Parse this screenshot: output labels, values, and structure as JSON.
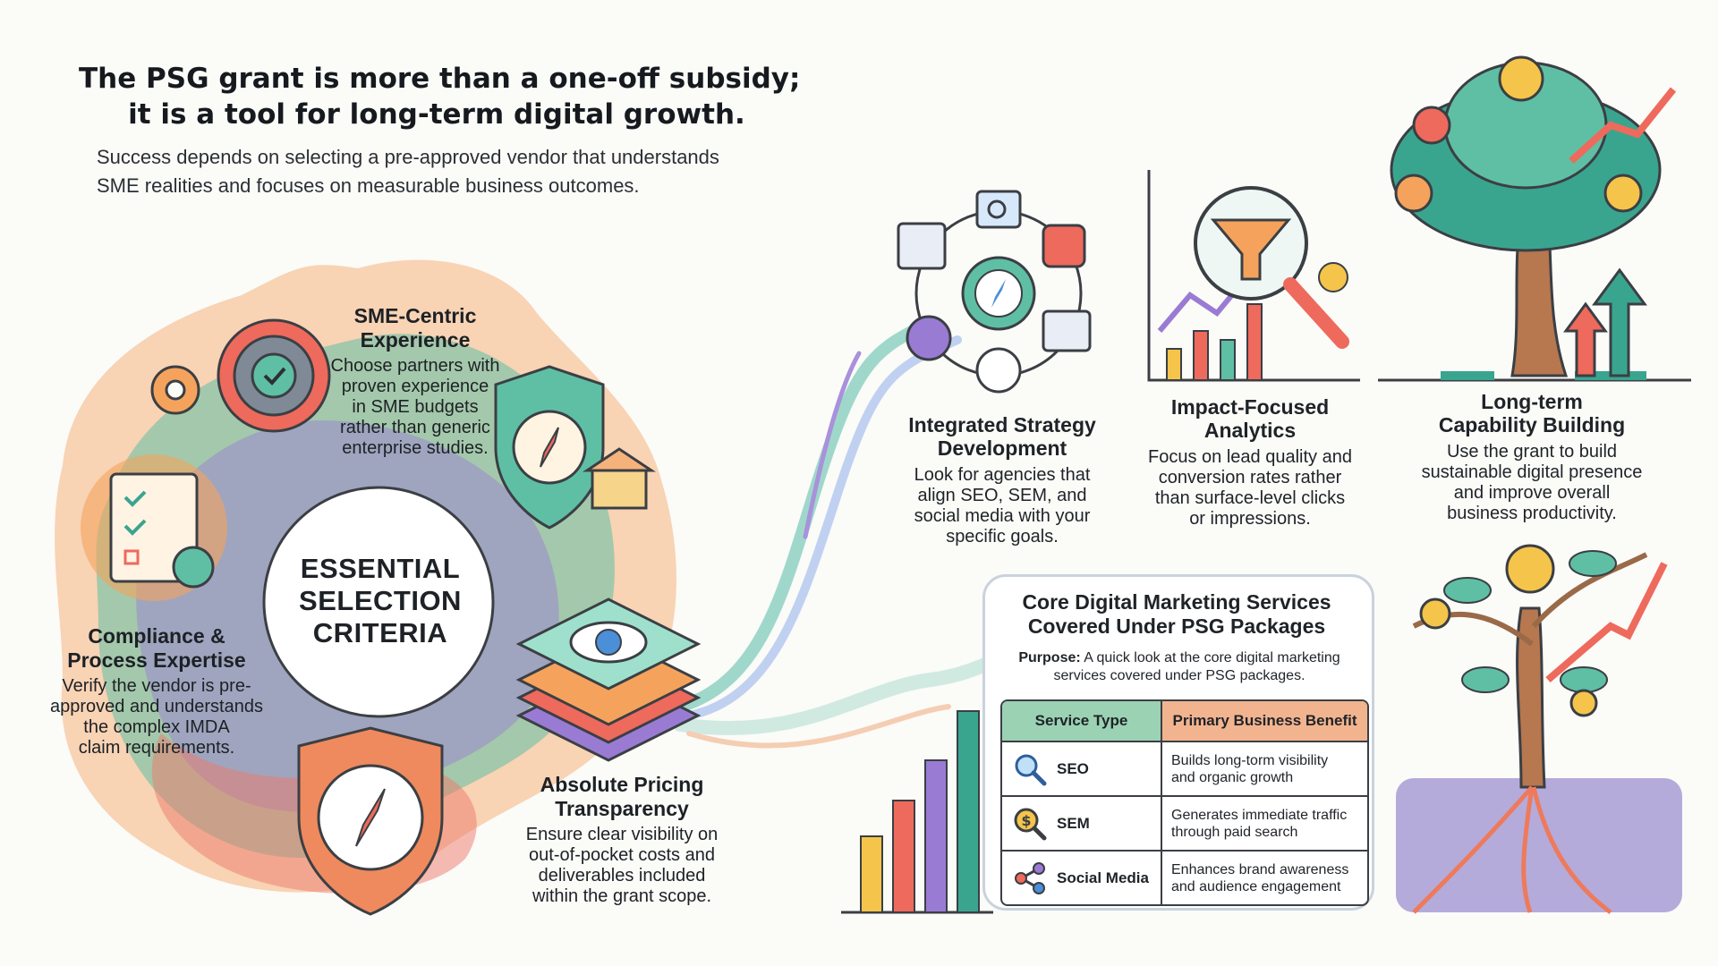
{
  "header": {
    "headline_line1": "The PSG grant is more than a one-off subsidy;",
    "headline_line2": "it is a tool for long-term digital growth.",
    "subline_line1": "Success depends on selecting a pre-approved vendor that understands",
    "subline_line2": "SME realities and focuses on measurable business outcomes."
  },
  "criteria": {
    "center_label_line1": "ESSENTIAL",
    "center_label_line2": "SELECTION",
    "center_label_line3": "CRITERIA",
    "sme": {
      "title_line1": "SME-Centric",
      "title_line2": "Experience",
      "desc_lines": [
        "Choose partners with",
        "proven experience",
        "in SME budgets",
        "rather than generic",
        "enterprise studies."
      ]
    },
    "compliance": {
      "title_line1": "Compliance &",
      "title_line2": "Process Expertise",
      "desc_lines": [
        "Verify the vendor is pre-",
        "approved and understands",
        "the complex IMDA",
        "claim requirements."
      ]
    },
    "pricing": {
      "title_line1": "Absolute Pricing",
      "title_line2": "Transparency",
      "desc_lines": [
        "Ensure clear visibility on",
        "out-of-pocket costs and",
        "deliverables included",
        "within the grant scope."
      ]
    }
  },
  "steps": [
    {
      "title_line1": "Integrated Strategy",
      "title_line2": "Development",
      "desc_lines": [
        "Look for agencies that",
        "align SEO, SEM, and",
        "social media with your",
        "specific goals."
      ]
    },
    {
      "title_line1": "Impact-Focused",
      "title_line2": "Analytics",
      "desc_lines": [
        "Focus on lead quality and",
        "conversion rates rather",
        "than surface-level clicks",
        "or impressions."
      ]
    },
    {
      "title_line1": "Long-term",
      "title_line2": "Capability Building",
      "desc_lines": [
        "Use the grant to build",
        "sustainable digital presence",
        "and improve overall",
        "business productivity."
      ]
    }
  ],
  "services_card": {
    "title_line1": "Core Digital Marketing Services",
    "title_line2": "Covered Under PSG Packages",
    "purpose_label": "Purpose:",
    "purpose_text": "A quick look at the core digital marketing services covered under PSG packages.",
    "columns": [
      "Service Type",
      "Primary Business Benefit"
    ],
    "rows": [
      {
        "service": "SEO",
        "icon": "magnifier-icon",
        "benefit_line1": "Builds long-torm visibility",
        "benefit_line2": "and organic growth"
      },
      {
        "service": "SEM",
        "icon": "dollar-coin-magnifier-icon",
        "benefit_line1": "Generates immediate traffic",
        "benefit_line2": "through paid search"
      },
      {
        "service": "Social Media",
        "icon": "share-nodes-icon",
        "benefit_line1": "Enhances brand awareness",
        "benefit_line2": "and audience engagement"
      }
    ]
  },
  "colors": {
    "teal": "#3aa58f",
    "orange": "#f08a4b",
    "purple": "#8a63c8",
    "yellow": "#f5c44a",
    "coral": "#ee6a5c",
    "blue": "#4a8fd8",
    "table_head_left": "#9bd2b3",
    "table_head_right": "#f2b48f"
  }
}
